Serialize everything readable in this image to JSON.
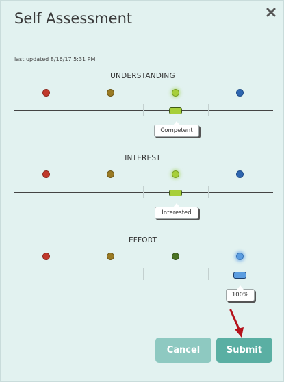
{
  "dialog": {
    "title": "Self Assessment",
    "close_icon": "close-x-icon",
    "last_updated": "last updated 8/16/17 5:31 PM"
  },
  "sections": [
    {
      "label": "UNDERSTANDING",
      "selected_value": "Competent",
      "selected_level": 3,
      "levels": 4
    },
    {
      "label": "INTEREST",
      "selected_value": "Interested",
      "selected_level": 3,
      "levels": 4
    },
    {
      "label": "EFFORT",
      "selected_value": "100%",
      "selected_level": 4,
      "levels": 4
    }
  ],
  "colors": {
    "level1": "#c0392b",
    "level2": "#9a7b24",
    "level3_active": "#a7cf3a",
    "level3_inactive": "#4a7324",
    "level4": "#2e66b0",
    "level4_active": "#5b9de0",
    "accent": "#5aafa3"
  },
  "buttons": {
    "cancel_label": "Cancel",
    "submit_label": "Submit"
  }
}
